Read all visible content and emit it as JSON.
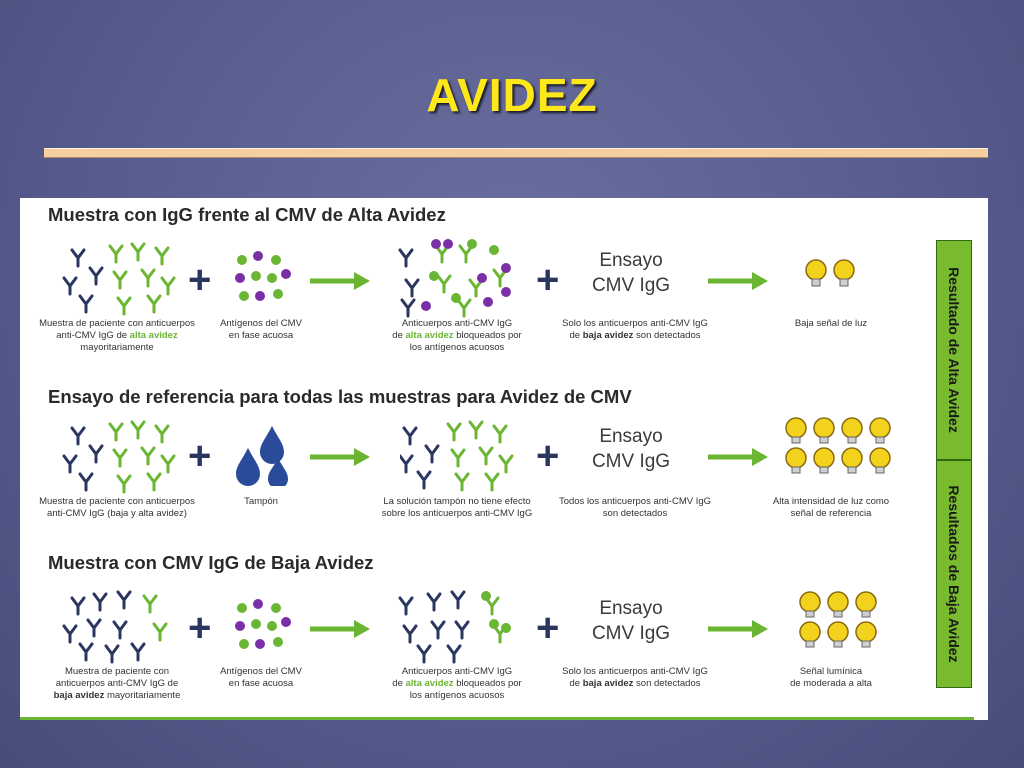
{
  "slide": {
    "title": "AVIDEZ"
  },
  "rows": [
    {
      "heading": "Muestra con IgG frente al CMV de Alta Avidez",
      "caption1": [
        "Muestra de paciente con anticuerpos",
        "anti-CMV IgG de ",
        "alta avidez",
        "mayoritariamente"
      ],
      "caption2": [
        "Antígenos del CMV",
        "en fase acuosa"
      ],
      "caption3": [
        "Anticuerpos anti-CMV IgG",
        "de ",
        "alta avidez",
        " bloqueados por",
        "los antígenos acuosos"
      ],
      "caption4": [
        "Solo los anticuerpos anti-CMV IgG",
        "de ",
        "baja avidez",
        " son detectados"
      ],
      "caption5": [
        "Baja señal de luz"
      ],
      "assay": [
        "Ensayo",
        "CMV IgG"
      ]
    },
    {
      "heading": "Ensayo de referencia para todas las muestras para Avidez de CMV",
      "caption1": [
        "Muestra de paciente con anticuerpos",
        "anti-CMV IgG (baja y alta avidez)"
      ],
      "caption2": [
        "Tampón"
      ],
      "caption3": [
        "La solución tampón no tiene efecto",
        "sobre los anticuerpos anti-CMV IgG"
      ],
      "caption4": [
        "Todos los anticuerpos anti-CMV IgG",
        "son detectados"
      ],
      "caption5": [
        "Alta intensidad de luz como",
        "señal de referencia"
      ],
      "assay": [
        "Ensayo",
        "CMV IgG"
      ]
    },
    {
      "heading": "Muestra con CMV IgG de Baja Avidez",
      "caption1": [
        "Muestra de paciente con",
        "anticuerpos anti-CMV IgG de",
        "baja avidez",
        " mayoritariamente"
      ],
      "caption2": [
        "Antígenos del CMV",
        "en fase acuosa"
      ],
      "caption3": [
        "Anticuerpos anti-CMV IgG",
        "de ",
        "alta avidez",
        " bloqueados por",
        "los antígenos acuosos"
      ],
      "caption4": [
        "Solo los anticuerpos anti-CMV IgG",
        "de ",
        "baja avidez",
        " son detectados"
      ],
      "caption5": [
        "Señal lumínica",
        "de moderada a alta"
      ],
      "assay": [
        "Ensayo",
        "CMV IgG"
      ]
    }
  ],
  "side_labels": {
    "high": "Resultado de Alta Avidez",
    "low": "Resultados de Baja Avidez"
  },
  "symbols": {
    "plus": "+"
  },
  "colors": {
    "title": "#ffe81a",
    "antibody_dark": "#2a3560",
    "antibody_green": "#6ab633",
    "antigen_purple": "#7b2fa6",
    "antigen_green": "#6ab633",
    "arrow": "#6ab633",
    "bulb": "#f2d21d",
    "side_bar": "#79bb2f"
  }
}
